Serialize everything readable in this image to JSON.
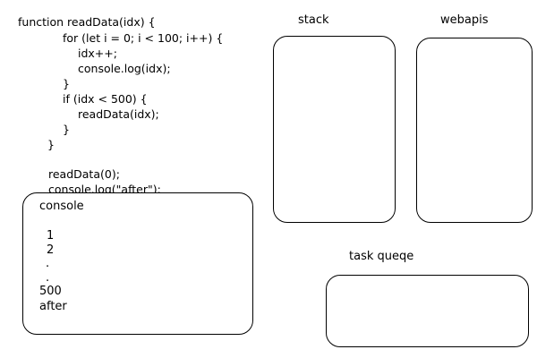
{
  "code": {
    "lines": [
      {
        "text": "function readData(idx) {"
      },
      {
        "text": "for (let i = 0; i < 100; i++) {"
      },
      {
        "text": "idx++;"
      },
      {
        "text": "console.log(idx);"
      },
      {
        "text": "}"
      },
      {
        "text": "if (idx < 500) {"
      },
      {
        "text": "readData(idx);"
      },
      {
        "text": "}"
      },
      {
        "text": "}"
      },
      {
        "text": "readData(0);"
      },
      {
        "text": "console.log(\"after\");"
      }
    ]
  },
  "stack": {
    "label": "stack"
  },
  "webapis": {
    "label": "webapis"
  },
  "task_queue": {
    "label": "task queqe"
  },
  "console": {
    "title": "console",
    "lines": [
      "1",
      "2",
      ".",
      ".",
      "500",
      "after"
    ]
  }
}
